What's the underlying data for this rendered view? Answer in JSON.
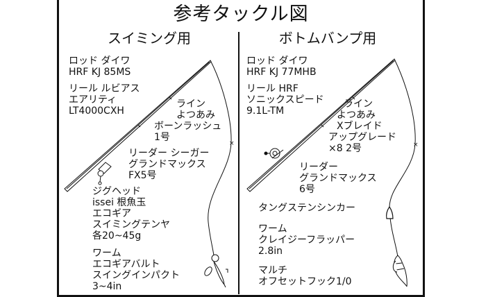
{
  "title": "参考タックル図",
  "left": {
    "heading": "スイミング用",
    "rod": {
      "line1": "ロッド ダイワ",
      "line2": "HRF KJ 85MS"
    },
    "reel": {
      "line1": "リール ルビアス",
      "line2": "エアリティ",
      "line3": "LT4000CXH"
    },
    "line": {
      "line1": "ライン",
      "line2": "よつあみ",
      "line3": "ボーンラッシュ",
      "line4": "1号"
    },
    "leader": {
      "line1": "リーダー シーガー",
      "line2": "グランドマックス",
      "line3": "FX5号"
    },
    "jighead": {
      "line1": "ジグヘッド",
      "line2": "issei 根魚玉",
      "line3": "エコギア",
      "line4": "スイミングテンヤ",
      "line5": "各20~45g"
    },
    "worm": {
      "line1": "ワーム",
      "line2": "エコギアバルト",
      "line3": "スイングインパクト",
      "line4": "3~4in"
    }
  },
  "right": {
    "heading": "ボトムバンプ用",
    "rod": {
      "line1": "ロッド ダイワ",
      "line2": "HRF KJ 77MHB"
    },
    "reel": {
      "line1": "リール HRF",
      "line2": "ソニックスピード",
      "line3": "9.1L-TM"
    },
    "line": {
      "line1": "ライン",
      "line2": "よつあみ",
      "line3": "Xブレイド",
      "line4": "アップグレード",
      "line5": "×8 2号"
    },
    "leader": {
      "line1": "リーダー",
      "line2": "グランドマックス",
      "line3": "6号"
    },
    "sinker": {
      "line1": "タングステンシンカー"
    },
    "worm": {
      "line1": "ワーム",
      "line2": "クレイジーフラッパー",
      "line3": "2.8in"
    },
    "hook": {
      "line1": "マルチ",
      "line2": "オフセットフック1/0"
    }
  }
}
